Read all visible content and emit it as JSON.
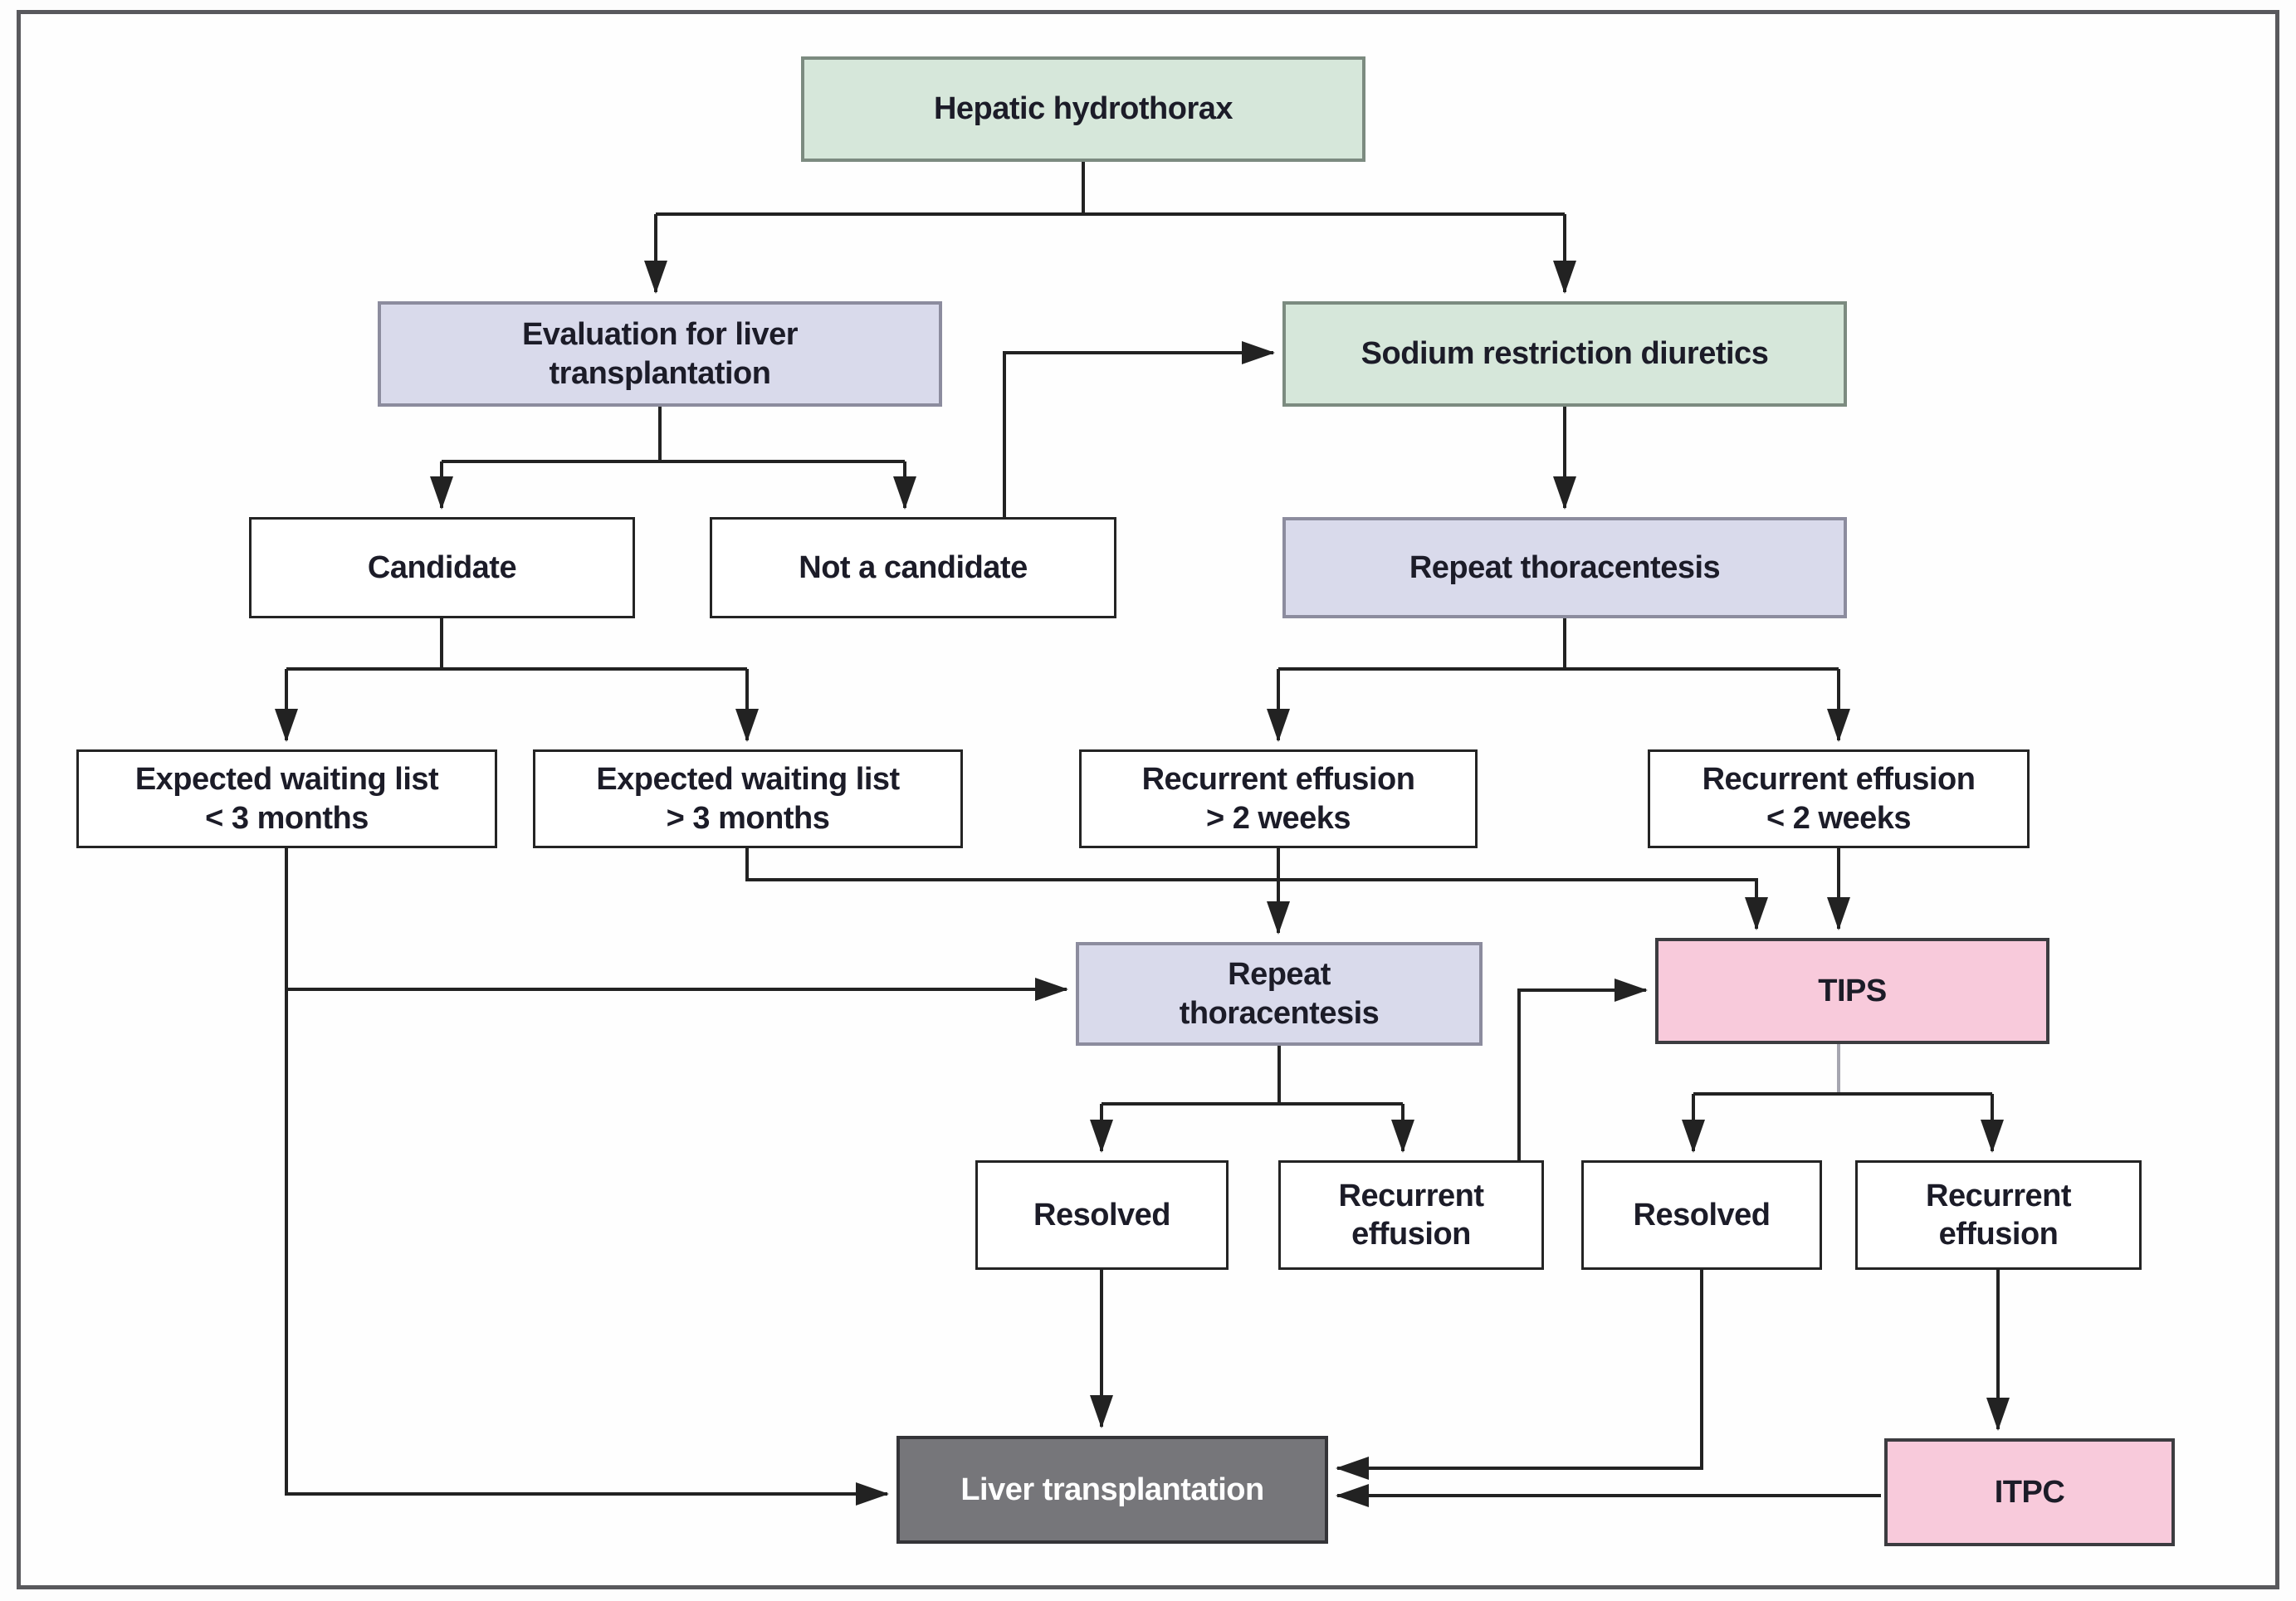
{
  "nodes": {
    "hepatic": {
      "label": "Hepatic hydrothorax"
    },
    "eval": {
      "label": "Evaluation for liver\ntransplantation"
    },
    "sodium": {
      "label": "Sodium restriction diuretics"
    },
    "candidate": {
      "label": "Candidate"
    },
    "notcand": {
      "label": "Not a candidate"
    },
    "repeat1": {
      "label": "Repeat thoracentesis"
    },
    "waitlt3": {
      "label": "Expected waiting list\n< 3 months"
    },
    "waitgt3": {
      "label": "Expected waiting list\n> 3 months"
    },
    "recgt2w": {
      "label": "Recurrent effusion\n> 2 weeks"
    },
    "reclt2w": {
      "label": "Recurrent effusion\n< 2 weeks"
    },
    "repeat2": {
      "label": "Repeat\nthoracentesis"
    },
    "tips": {
      "label": "TIPS"
    },
    "resolved1": {
      "label": "Resolved"
    },
    "receff1": {
      "label": "Recurrent\neffusion"
    },
    "resolved2": {
      "label": "Resolved"
    },
    "receff2": {
      "label": "Recurrent\neffusion"
    },
    "livertx": {
      "label": "Liver transplantation"
    },
    "itpc": {
      "label": "ITPC"
    }
  },
  "colors": {
    "green_fill": "#d6e7da",
    "green_border": "#7c8b80",
    "lavender_fill": "#d9daeb",
    "lavender_border": "#8c8c9e",
    "pink_fill": "#f8cadb",
    "pink_border": "#3c3c40",
    "white_fill": "#ffffff",
    "white_border": "#242424",
    "gray_fill": "#76767a",
    "gray_border": "#343438",
    "gray_text": "#ffffff",
    "line": "#222222",
    "stub": "#a6a6b0",
    "text": "#1c1c28"
  }
}
